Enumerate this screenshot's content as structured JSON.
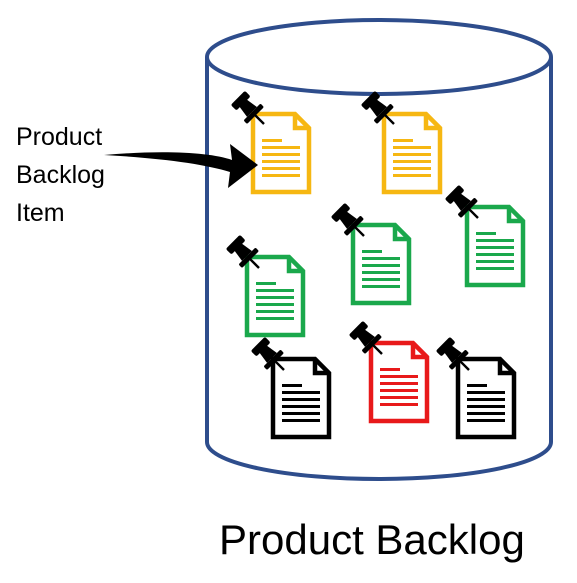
{
  "callout": {
    "lines": [
      "Product",
      "Backlog",
      "Item"
    ]
  },
  "caption": "Product Backlog",
  "colors": {
    "cylinder_outline": "#2e4d8c",
    "item_yellow": "#f6b712",
    "item_green": "#1aa84c",
    "item_red": "#e8191a",
    "item_black": "#000000",
    "pin": "#000000",
    "arrow": "#000000"
  },
  "items": [
    {
      "name": "backlog-item-yellow-1",
      "color": "yellow"
    },
    {
      "name": "backlog-item-yellow-2",
      "color": "yellow"
    },
    {
      "name": "backlog-item-green-1",
      "color": "green"
    },
    {
      "name": "backlog-item-green-2",
      "color": "green"
    },
    {
      "name": "backlog-item-green-3",
      "color": "green"
    },
    {
      "name": "backlog-item-black-1",
      "color": "black"
    },
    {
      "name": "backlog-item-red-1",
      "color": "red"
    },
    {
      "name": "backlog-item-black-2",
      "color": "black"
    }
  ],
  "icons": {
    "document": "document-icon",
    "pin": "pushpin-icon",
    "arrow": "curved-arrow-icon",
    "container": "cylinder-icon"
  }
}
